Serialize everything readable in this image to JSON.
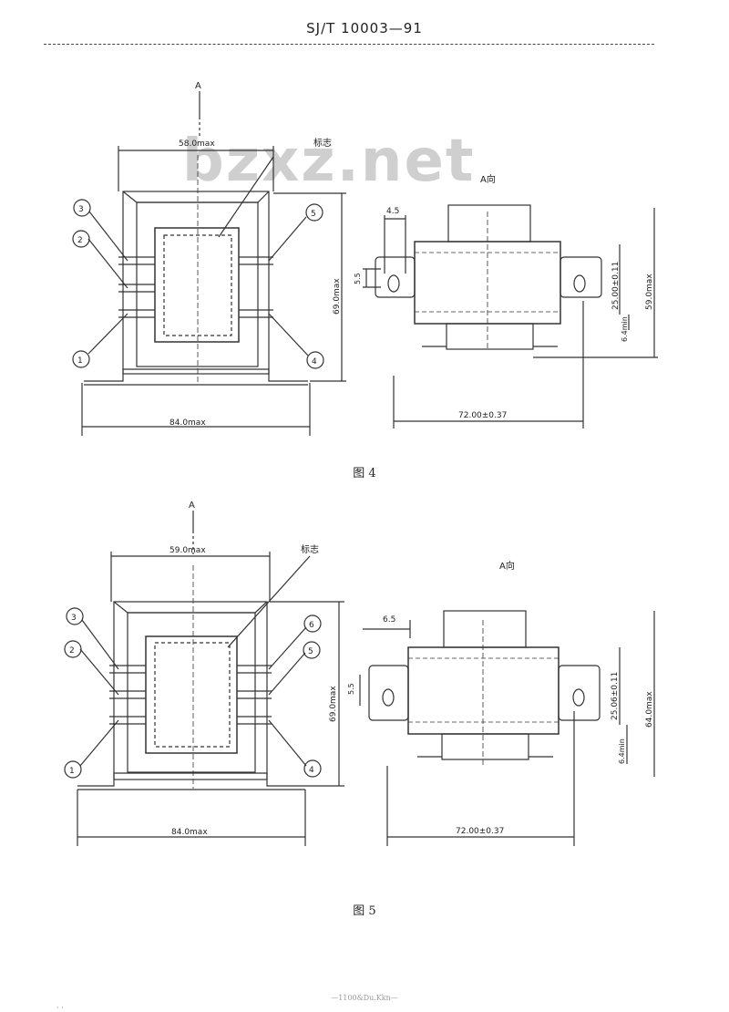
{
  "header": {
    "standard_number": "SJ/T 10003—91"
  },
  "watermark": "bzxz.net",
  "figure4": {
    "caption": "图 4",
    "view_arrow": "A",
    "view_label": "A向",
    "mark_label": "标志",
    "pins": [
      "3",
      "2",
      "1",
      "5",
      "4"
    ],
    "dims": {
      "top_width": "58.0max",
      "bottom_width": "84.0max",
      "front_height": "69.0max",
      "pitch": "4.5",
      "hole": "5.5",
      "pin_span": "25.00±0.11",
      "min_height": "6.4min",
      "side_height": "59.0max",
      "mount": "72.00±0.37"
    }
  },
  "figure5": {
    "caption": "图 5",
    "view_arrow": "A",
    "view_label": "A向",
    "mark_label": "标志",
    "pins": [
      "3",
      "2",
      "1",
      "6",
      "5",
      "4"
    ],
    "dims": {
      "top_width": "59.0max",
      "bottom_width": "84.0max",
      "front_height": "69.0max",
      "pitch": "6.5",
      "hole": "5.5",
      "pin_span": "25.06±0.11",
      "min_height": "6.4min",
      "side_height": "64.0max",
      "mount": "72.00±0.37"
    }
  },
  "footer": "—1100&Du.Kkn—"
}
